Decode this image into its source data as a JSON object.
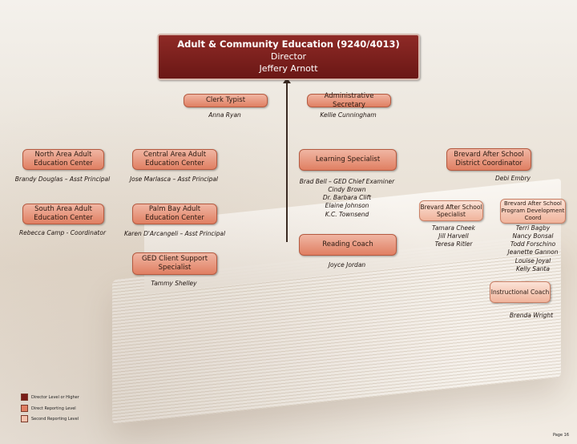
{
  "director": {
    "title": "Adult & Community Education (9240/4013)",
    "role": "Director",
    "name": "Jeffery Arnott"
  },
  "staff": {
    "clerk_typist": {
      "title": "Clerk Typist",
      "name": "Anna Ryan"
    },
    "admin_secretary": {
      "title": "Administrative Secretary",
      "name": "Kellie Cunningham"
    }
  },
  "centers": {
    "north": {
      "title": "North Area Adult Education Center",
      "name": "Brandy Douglas – Asst Principal"
    },
    "central": {
      "title": "Central Area Adult Education Center",
      "name": "Jose Marlasca – Asst Principal"
    },
    "south": {
      "title": "South Area Adult Education Center",
      "name": "Rebecca Camp - Coordinator"
    },
    "palm_bay": {
      "title": "Palm Bay Adult Education Center",
      "name": "Karen D'Arcangeli – Asst Principal"
    },
    "ged_client": {
      "title": "GED Client Support Specialist",
      "name": "Tammy Shelley"
    }
  },
  "learning": {
    "title": "Learning Specialist",
    "names": [
      "Brad Bell – GED Chief Examiner",
      "Cindy Brown",
      "Dr. Barbara Clift",
      "Elaine Johnson",
      "K.C. Townsend"
    ]
  },
  "reading": {
    "title": "Reading Coach",
    "name": "Joyce Jordan"
  },
  "after_school": {
    "coordinator": {
      "title": "Brevard After School District Coordinator",
      "name": "Debi Embry"
    },
    "specialist": {
      "title": "Brevard After School Specialist",
      "names": [
        "Tamara Cheek",
        "Jill Harvell",
        "Teresa Ritler"
      ]
    },
    "program_dev": {
      "title": "Brevard After School Program Development Coord",
      "names": [
        "Terri Bagby",
        "Nancy Bonsal",
        "Todd Forschino",
        "Jeanette Gannon",
        "Louise Joyal",
        "Kelly Santa"
      ]
    },
    "instructional": {
      "title": "Instructional Coach",
      "name": "Brenda Wright"
    }
  },
  "legend": {
    "items": [
      {
        "label": "Director Level or Higher",
        "color": "#7a1c18"
      },
      {
        "label": "Direct Reporting Level",
        "color": "#e07f62"
      },
      {
        "label": "Second Reporting Level",
        "color": "#f3c2ad"
      }
    ]
  },
  "page_label": "Page 16"
}
